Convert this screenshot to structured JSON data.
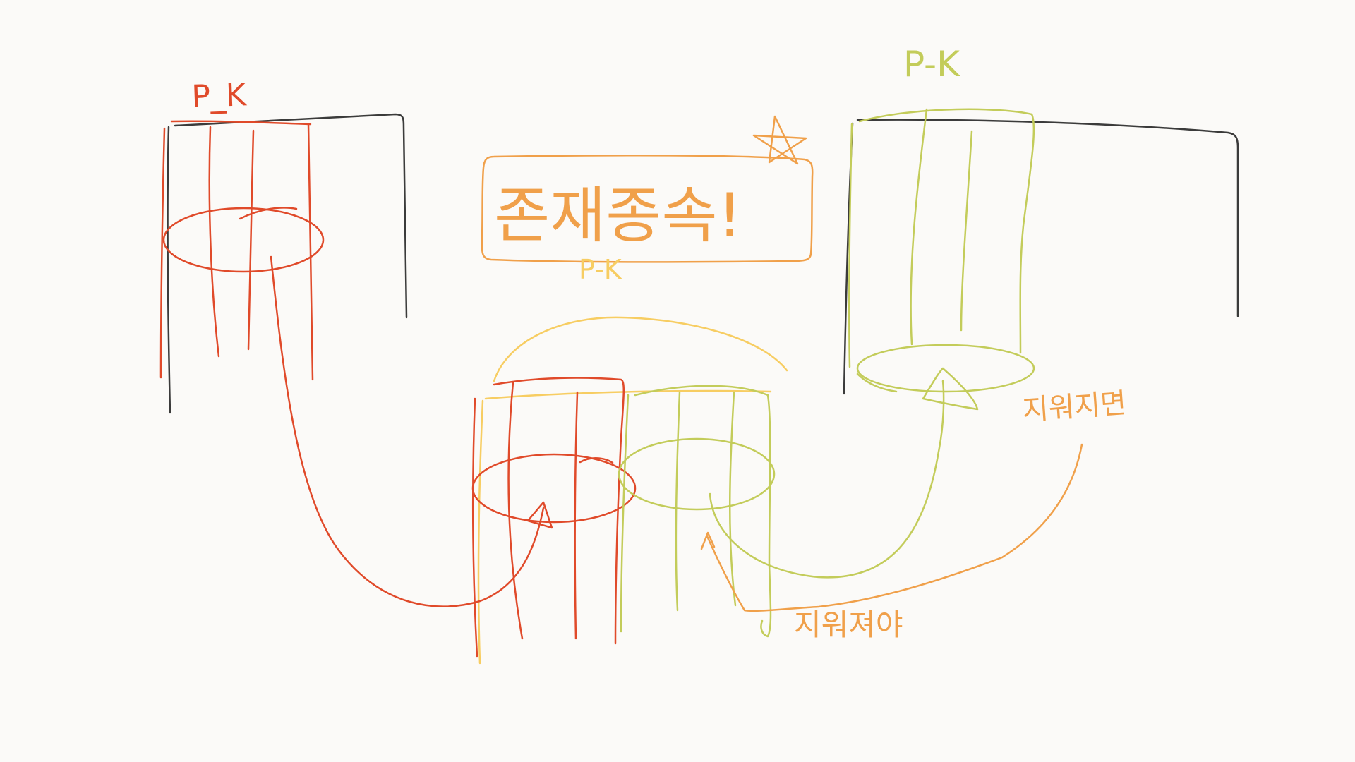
{
  "labels": {
    "pk_left": "P_K",
    "pk_right": "P-K",
    "pk_center": "P-K",
    "title": "존재종속!",
    "note_right": "지워지면",
    "note_bottom": "지워져야"
  },
  "colors": {
    "red": "#e04a2a",
    "green": "#c3cc5a",
    "yellow": "#f7cd62",
    "orange": "#f0a04a",
    "black": "#3b3b3b",
    "background": "#fbfaf8"
  }
}
